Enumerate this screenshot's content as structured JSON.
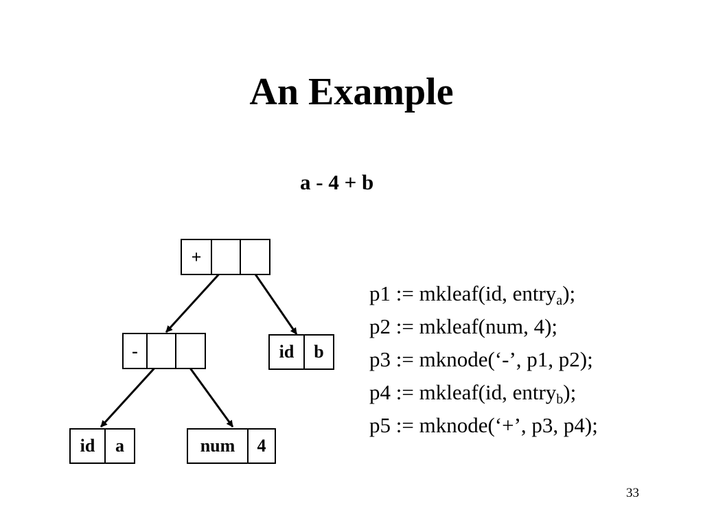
{
  "slide": {
    "title": "An Example",
    "expression": "a - 4 + b",
    "page_number": "33"
  },
  "tree": {
    "plus_node": {
      "op": "+"
    },
    "minus_node": {
      "op": "-"
    },
    "leaf_id_b": {
      "tag": "id",
      "value": "b"
    },
    "leaf_id_a": {
      "tag": "id",
      "value": "a"
    },
    "leaf_num_4": {
      "tag": "num",
      "value": "4"
    }
  },
  "code": {
    "line1": {
      "prefix": "p1 := mkleaf(id, entry",
      "sub": "a",
      "suffix": ");"
    },
    "line2": "p2 := mkleaf(num, 4);",
    "line3": "p3 := mknode(‘-’, p1, p2);",
    "line4": {
      "prefix": "p4 := mkleaf(id, entry",
      "sub": "b",
      "suffix": ");"
    },
    "line5": "p5 := mknode(‘+’, p3, p4);"
  }
}
